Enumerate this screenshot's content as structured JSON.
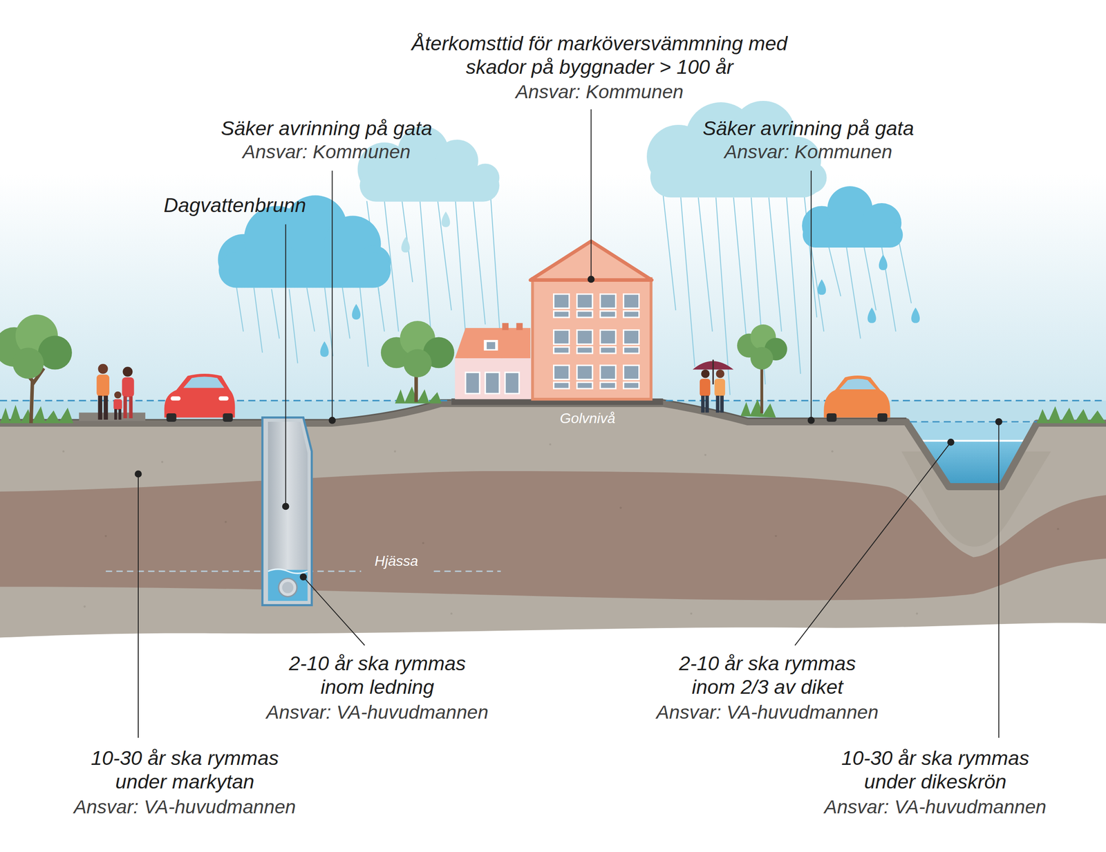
{
  "diagram": {
    "labels": [
      "Återkomsttid för marköversvämmning med skador på byggnader > 100 år",
      "Ansvar: Kommunen",
      "Säker avrinning på gata",
      "Ansvar: Kommunen",
      "Säker avrinning på gata",
      "Ansvar: Kommunen",
      "Dagvattenbrunn",
      "Golvnivå",
      "Hjässa",
      "2-10 år ska rymmas inom ledning",
      "Ansvar: VA-huvudmannen",
      "2-10 år ska rymmas inom 2/3 av diket",
      "Ansvar: VA-huvudmannen",
      "10-30 år ska rymmas under markytan",
      "Ansvar: VA-huvudmannen",
      "10-30 år ska rymmas under dikeskrön",
      "Ansvar: VA-huvudmannen"
    ]
  }
}
